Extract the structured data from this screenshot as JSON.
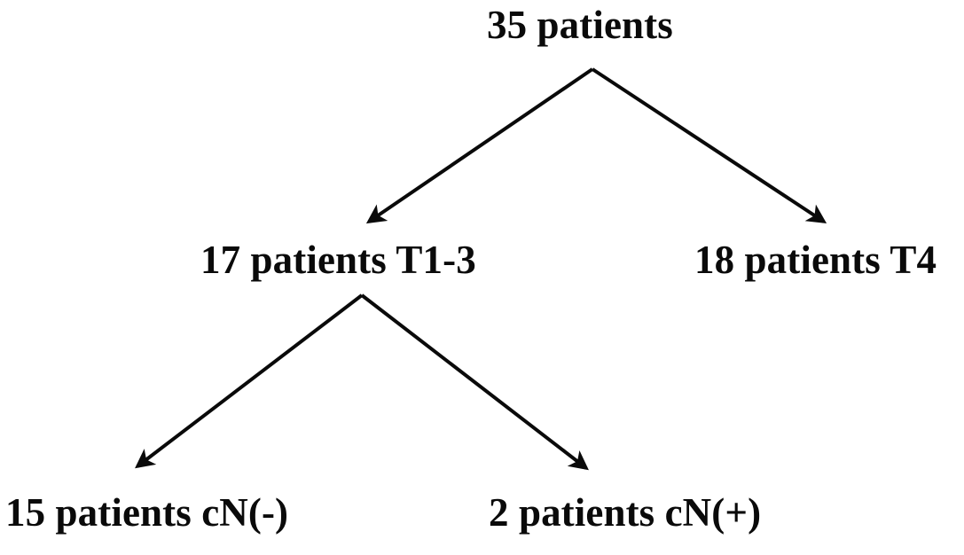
{
  "diagram": {
    "type": "flowchart-tree",
    "orientation": "top-down",
    "background_color": "#ffffff",
    "stroke_color": "#0a0a0a",
    "text_color": "#0a0a0a",
    "stroke_width": 4,
    "nodes": {
      "root": {
        "label": "35 patients",
        "count": 35,
        "level": 0
      },
      "t1_3": {
        "label": "17 patients T1-3",
        "count": 17,
        "stage": "T1-3",
        "level": 1
      },
      "t4": {
        "label": "18 patients T4",
        "count": 18,
        "stage": "T4",
        "level": 1
      },
      "cn_negative": {
        "label": "15 patients cN(-)",
        "count": 15,
        "stage": "cN(-)",
        "level": 2
      },
      "cn_positive": {
        "label": "2 patients cN(+)",
        "count": 2,
        "stage": "cN(+)",
        "level": 2
      }
    },
    "edges": [
      {
        "name": "root-to-t1_3",
        "from": "root",
        "to": "t1_3",
        "arrowhead": true
      },
      {
        "name": "root-to-t4",
        "from": "root",
        "to": "t4",
        "arrowhead": true
      },
      {
        "name": "t1_3-to-cn_negative",
        "from": "t1_3",
        "to": "cn_negative",
        "arrowhead": true
      },
      {
        "name": "t1_3-to-cn_positive",
        "from": "t1_3",
        "to": "cn_positive",
        "arrowhead": true
      }
    ]
  },
  "chart_data": {
    "type": "table",
    "title": "35 patients",
    "categories": [
      "35 patients",
      "17 patients T1-3",
      "18 patients T4",
      "15 patients cN(-)",
      "2 patients cN(+)"
    ],
    "values": [
      35,
      17,
      18,
      15,
      2
    ]
  }
}
